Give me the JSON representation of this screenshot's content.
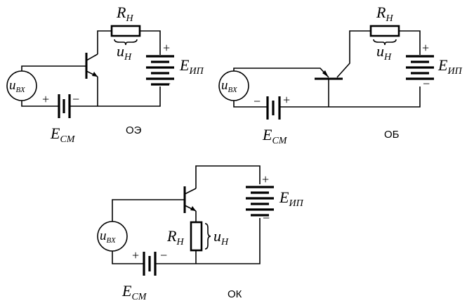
{
  "symbols": {
    "R": "R",
    "R_sub": "Н",
    "u": "u",
    "u_load_sub": "Н",
    "u_in_sub": "ВХ",
    "E": "E",
    "E_supply_sub": "ИП",
    "E_bias_sub": "СМ",
    "plus": "+",
    "minus": "−"
  },
  "circuits": [
    {
      "id": "ce",
      "caption": "ОЭ"
    },
    {
      "id": "cb",
      "caption": "ОБ"
    },
    {
      "id": "cc",
      "caption": "ОК"
    }
  ]
}
